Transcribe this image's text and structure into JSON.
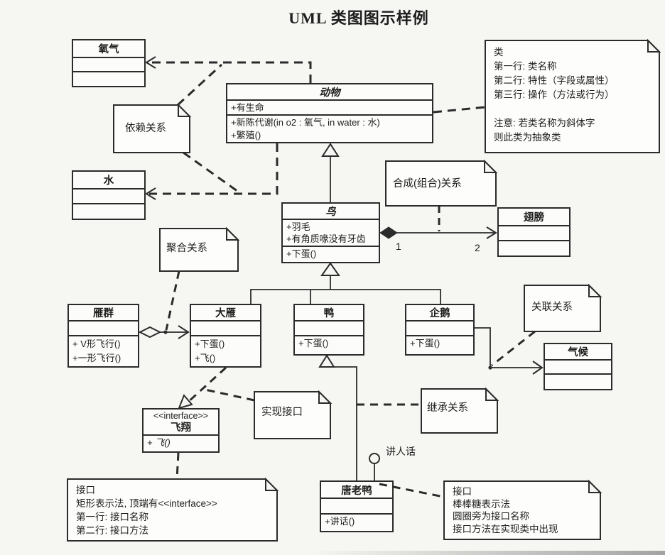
{
  "title": "UML 类图图示样例",
  "classes": {
    "oxygen": {
      "name": "氧气"
    },
    "water": {
      "name": "水"
    },
    "animal": {
      "name": "动物",
      "attrs": [
        "+有生命"
      ],
      "ops": [
        "+新陈代谢(in o2 : 氧气, in water : 水)",
        "+繁殖()"
      ]
    },
    "bird": {
      "name": "鸟",
      "attrs": [
        "+羽毛",
        "+有角质喙没有牙齿"
      ],
      "ops": [
        "+下蛋()"
      ]
    },
    "wings": {
      "name": "翅膀"
    },
    "flock": {
      "name": "雁群",
      "ops": [
        "+ V形飞行()",
        "+一形飞行()"
      ]
    },
    "goose": {
      "name": "大雁",
      "ops": [
        "+下蛋()",
        "+飞()"
      ]
    },
    "duck": {
      "name": "鸭",
      "ops": [
        "+下蛋()"
      ]
    },
    "penguin": {
      "name": "企鹅",
      "ops": [
        "+下蛋()"
      ]
    },
    "climate": {
      "name": "气候"
    },
    "fly": {
      "stereotype": "<<interface>>",
      "name": "飞翔",
      "ops": [
        "+ 飞()"
      ]
    },
    "donald": {
      "name": "唐老鸭",
      "ops": [
        "+讲话()"
      ]
    }
  },
  "notes": {
    "class_note": {
      "lines": [
        "类",
        "第一行: 类名称",
        "第二行: 特性（字段或属性）",
        "第三行: 操作（方法或行为）",
        "",
        "注意: 若类名称为斜体字",
        "则此类为抽象类"
      ]
    },
    "dependency": {
      "label": "依赖关系"
    },
    "composition": {
      "label": "合成(组合)关系"
    },
    "aggregation": {
      "label": "聚合关系"
    },
    "association": {
      "label": "关联关系"
    },
    "realization": {
      "label": "实现接口"
    },
    "inheritance": {
      "label": "继承关系"
    },
    "interface_rect": {
      "lines": [
        "接口",
        "矩形表示法, 顶端有<<interface>>",
        "第一行: 接口名称",
        "第二行: 接口方法"
      ]
    },
    "interface_lollipop": {
      "lines": [
        "接口",
        "棒棒糖表示法",
        "圆圈旁为接口名称",
        "接口方法在实现类中出现"
      ]
    }
  },
  "labels": {
    "mult_bird": "1",
    "mult_wings": "2",
    "lollipop_interface": "讲人话"
  },
  "colors": {
    "line": "#2b2b2b",
    "paper": "#f6f6f3",
    "box_fill": "#fcfcfa"
  }
}
